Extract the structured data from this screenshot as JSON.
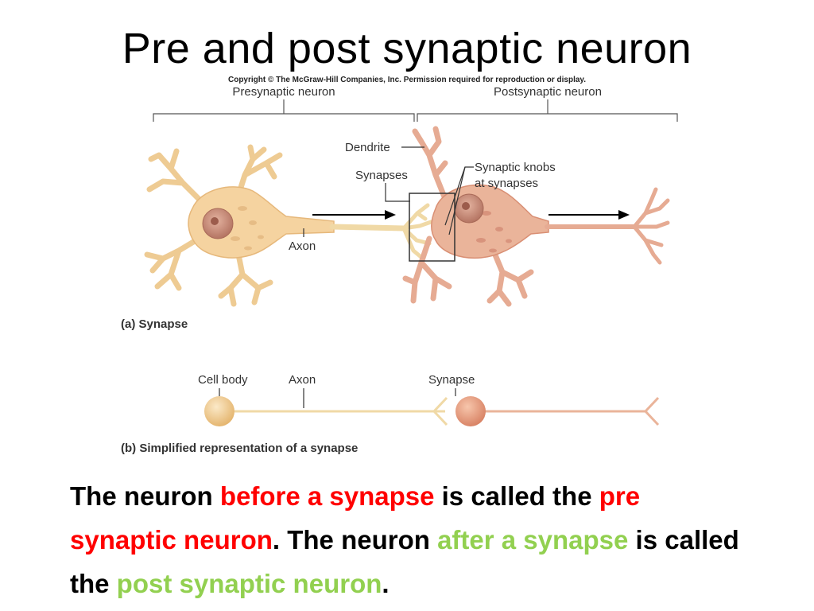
{
  "slide": {
    "title": "Pre and post synaptic neuron"
  },
  "figure": {
    "copyright": "Copyright © The McGraw-Hill Companies, Inc. Permission required for reproduction or display.",
    "part_a": {
      "presynaptic_label": "Presynaptic neuron",
      "postsynaptic_label": "Postsynaptic neuron",
      "dendrite_label": "Dendrite",
      "synapses_label": "Synapses",
      "synaptic_knobs_label_line1": "Synaptic knobs",
      "synaptic_knobs_label_line2": "at synapses",
      "axon_label": "Axon",
      "caption": "(a) Synapse"
    },
    "part_b": {
      "cell_body_label": "Cell body",
      "axon_label": "Axon",
      "synapse_label": "Synapse",
      "caption": "(b) Simplified representation of a synapse"
    },
    "colors": {
      "presynaptic_cell": "#f5d3a0",
      "postsynaptic_cell": "#eab49a",
      "nucleus": "#c9886e",
      "axon": "#f0d9a6",
      "label_line": "#333333"
    }
  },
  "caption": {
    "p1": "The neuron ",
    "p2": "before a synapse",
    "p3": " is called the ",
    "p4": "pre synaptic neuron",
    "p5": ". The neuron ",
    "p6": "after a synapse",
    "p7": " is called the ",
    "p8": "post synaptic neuron",
    "p9": "."
  }
}
